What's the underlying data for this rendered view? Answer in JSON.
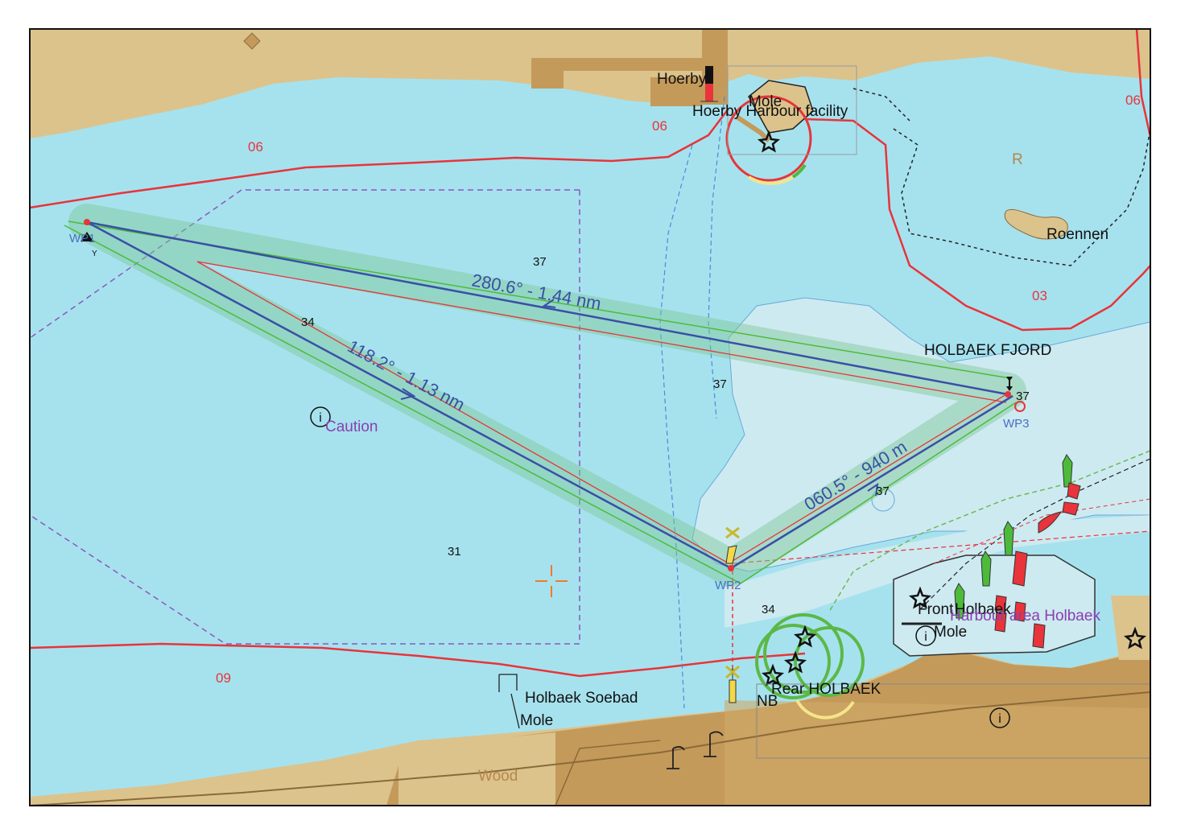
{
  "map": {
    "colors": {
      "deep_water": "#a6e2ee",
      "shallow_water": "#cdeaf1",
      "land": "#dcc38c",
      "built_up": "#c49a5a",
      "depth_contour": "#e8343a",
      "route": "#3a4fa6",
      "route_corridor": "#7cc795",
      "caution_area": "#8a58c0"
    },
    "place_labels": {
      "hoerby": "Hoerby",
      "hoerby_facility": "Hoerby Harbour facility",
      "mole_top": "Mole",
      "roennen": "Roennen",
      "r_mark": "R",
      "fjord": "HOLBAEK FJORD",
      "front": "Front",
      "holbaek_small": "Holbaek",
      "mole_right": "Mole",
      "harbour_area": "Harbour area Holbaek",
      "rear_holbaek": "Rear HOLBAEK",
      "nb": "NB",
      "soebad": "Holbaek Soebad",
      "mole_bottom": "Mole",
      "wood": "Wood",
      "caution": "Caution"
    },
    "depth_contours": {
      "c1": "06",
      "c2": "06",
      "c3": "06",
      "c4": "03",
      "c5": "09"
    },
    "soundings": {
      "s1": "37",
      "s2": "34",
      "s3": "37",
      "s4": "37",
      "s5": "37",
      "s6": "31",
      "s7": "34"
    },
    "route": {
      "leg_1": "280.6° - 1.44 nm",
      "leg_2": "118.2° - 1.13 nm",
      "leg_3": "060.5° - 940 m",
      "waypoints": [
        "WP1",
        "WP2",
        "WP3"
      ]
    },
    "icons": [
      "info-icon",
      "buoy-icon",
      "beacon-icon",
      "light-icon",
      "anchor-icon",
      "wreck-icon"
    ]
  }
}
